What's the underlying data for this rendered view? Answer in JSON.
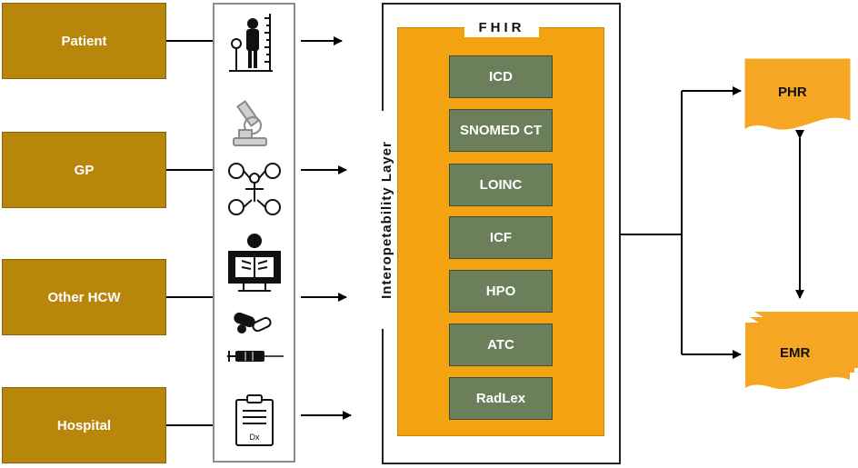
{
  "actors": [
    "Patient",
    "GP",
    "Other  HCW",
    "Hospital"
  ],
  "layer": {
    "title": "Interopetability Layer"
  },
  "fhir": {
    "title": "FHIR",
    "vocabularies": [
      "ICD",
      "SNOMED CT",
      "LOINC",
      "ICF",
      "HPO",
      "ATC",
      "RadLex"
    ]
  },
  "outputs": {
    "phr": "PHR",
    "emr": "EMR"
  },
  "icons": {
    "report_text": "Dx",
    "names": [
      "patient-height-icon",
      "microscope-icon",
      "diagnostics-icon",
      "xray-icon",
      "pills-icon",
      "syringe-icon",
      "clipboard-report-icon"
    ]
  },
  "colors": {
    "actor_fill": "#b8860b",
    "fhir_fill": "#f2a30f",
    "vocab_fill": "#6a7f5a",
    "output_fill": "#f5a623"
  }
}
